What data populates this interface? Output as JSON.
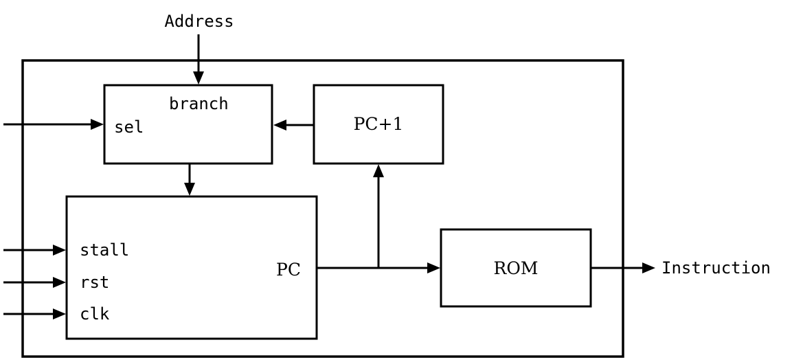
{
  "diagram": {
    "external_inputs": {
      "address": "Address"
    },
    "external_outputs": {
      "instruction": "Instruction"
    },
    "blocks": {
      "mux": {
        "ports": {
          "branch": "branch",
          "sel": "sel"
        }
      },
      "pc_plus_one": {
        "label": "PC+1"
      },
      "pc": {
        "label": "PC",
        "ports": {
          "stall": "stall",
          "rst": "rst",
          "clk": "clk"
        }
      },
      "rom": {
        "label": "ROM"
      }
    },
    "colors": {
      "stroke": "#000000",
      "background": "#ffffff"
    }
  }
}
